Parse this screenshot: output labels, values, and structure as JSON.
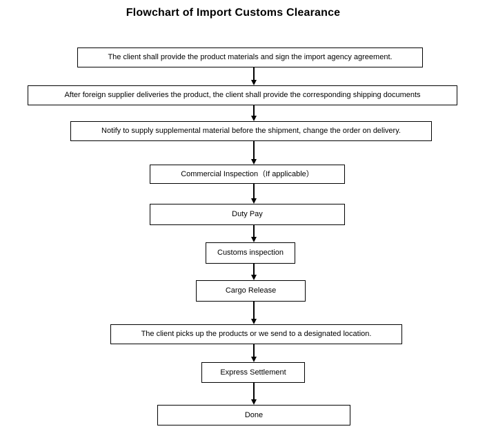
{
  "title": "Flowchart of Import Customs Clearance",
  "flow": {
    "steps": [
      {
        "label": "The client shall provide the product materials and sign the import agency agreement."
      },
      {
        "label": "After foreign supplier deliveries the product, the client shall provide the corresponding shipping documents"
      },
      {
        "label": "Notify to supply supplemental material before the shipment, change the order on delivery."
      },
      {
        "label": "Commercial Inspection（If applicable）"
      },
      {
        "label": "Duty Pay"
      },
      {
        "label": "Customs inspection"
      },
      {
        "label": "Cargo Release"
      },
      {
        "label": "The client picks up the products or we send to a designated location."
      },
      {
        "label": "Express Settlement"
      },
      {
        "label": "Done"
      }
    ]
  },
  "colors": {
    "background": "#ffffff",
    "box_border": "#000000",
    "text": "#000000",
    "arrow": "#000000"
  }
}
